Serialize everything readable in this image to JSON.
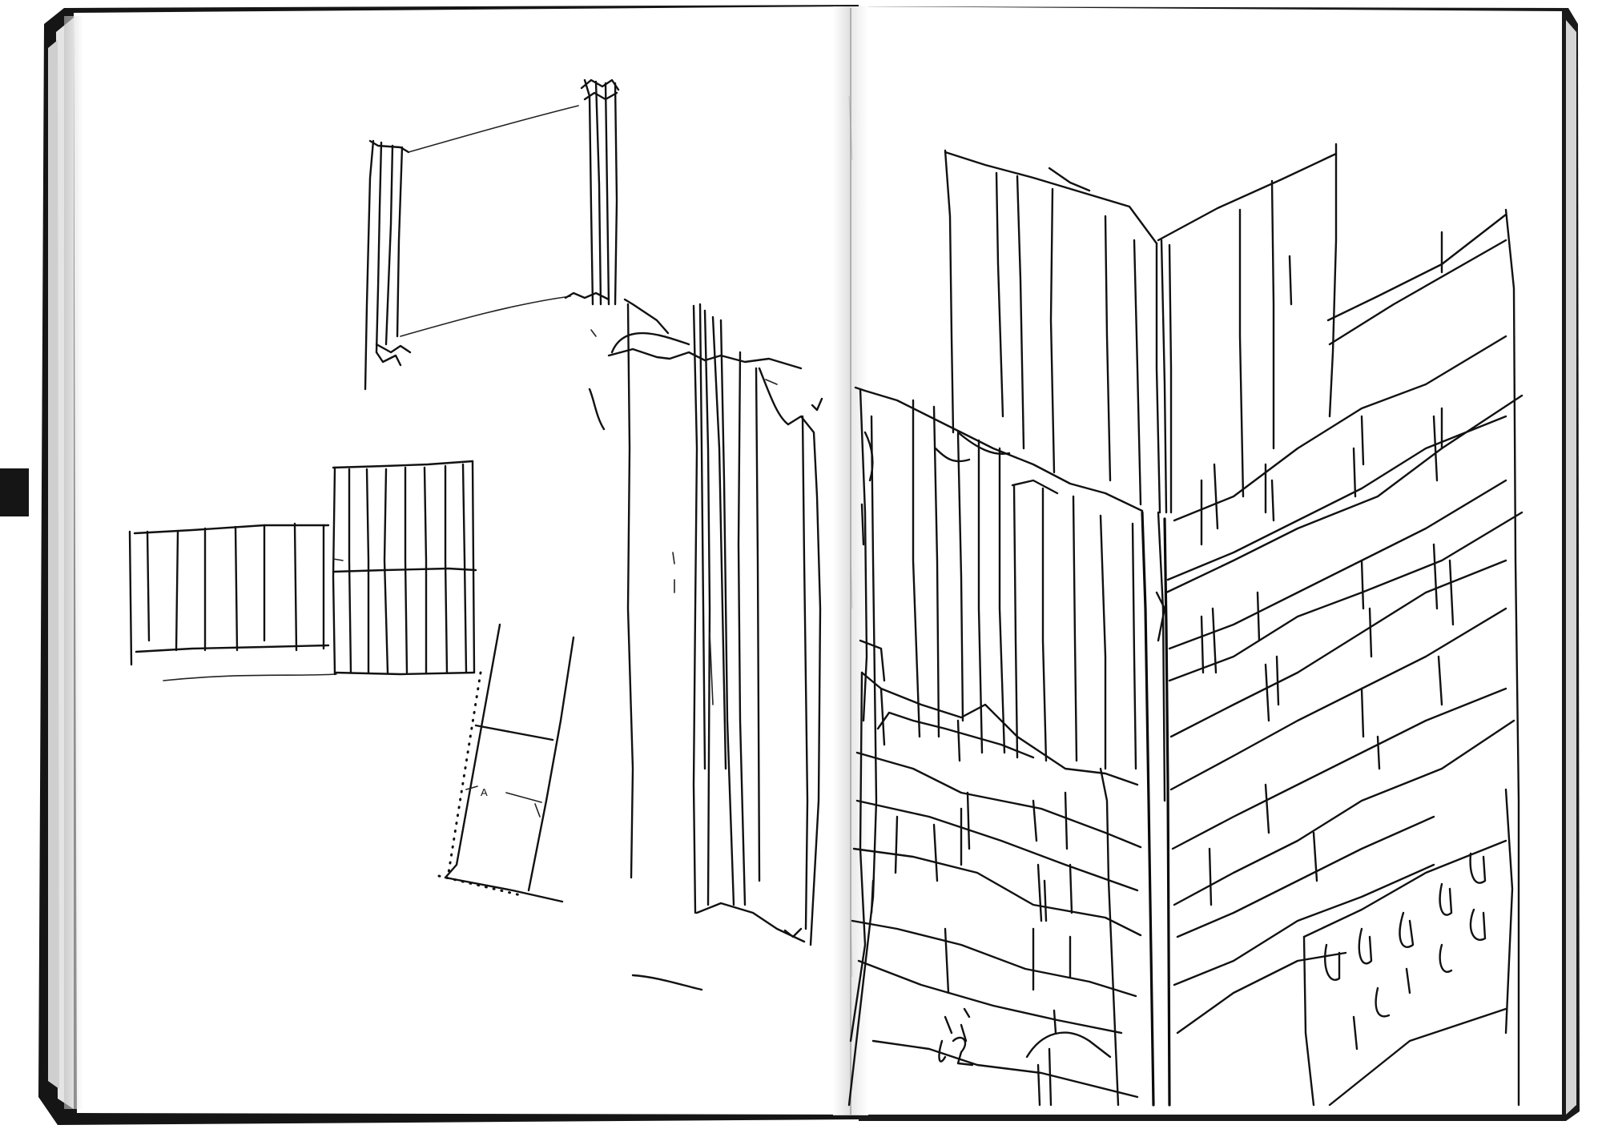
{
  "sketchbook": {
    "colors": {
      "background": "#ffffff",
      "cover": "#151515",
      "paper": "#ffffff",
      "ink": "#111111",
      "gutter_shadow": "#d9d9d9"
    },
    "left_page": {
      "sketches": [
        "floating-frame-sketch",
        "stepped-facade-blocks-sketch",
        "tilted-panel-sketch",
        "tall-slab-elevation-sketch"
      ],
      "annotation": "A"
    },
    "right_page": {
      "sketches": [
        "corner-building-perspective-sketch"
      ]
    }
  }
}
